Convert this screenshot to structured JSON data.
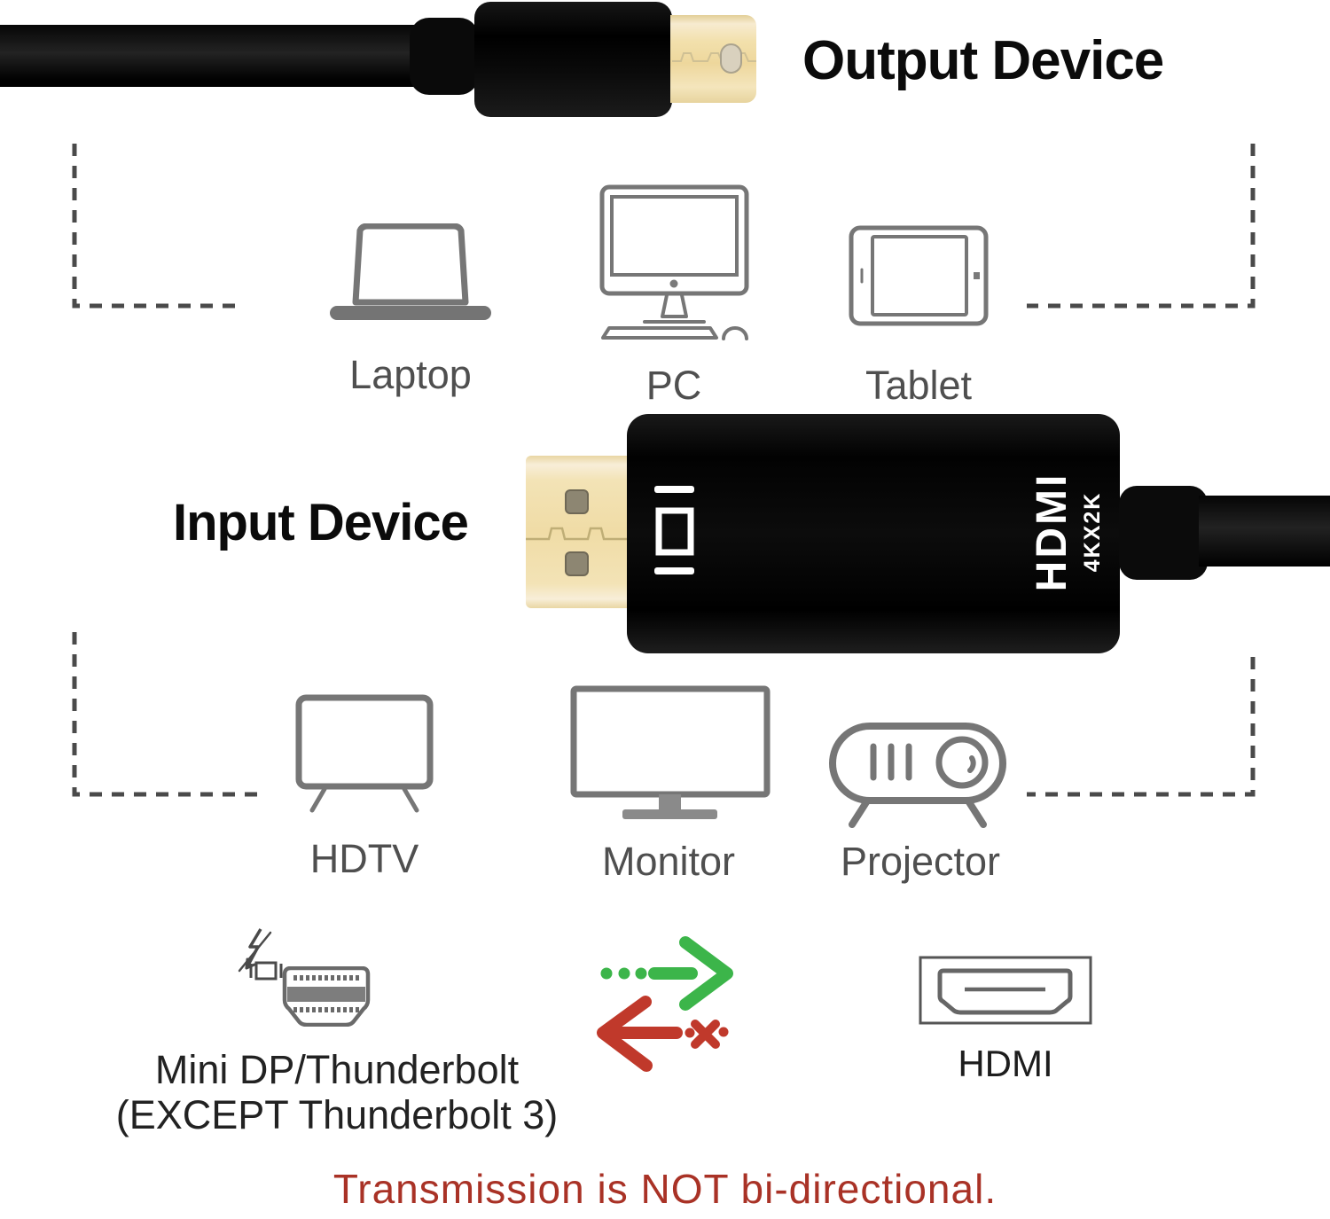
{
  "output_section": {
    "heading": "Output Device",
    "devices": [
      {
        "label": "Laptop"
      },
      {
        "label": "PC"
      },
      {
        "label": "Tablet"
      }
    ]
  },
  "input_section": {
    "heading": "Input Device",
    "devices": [
      {
        "label": "HDTV"
      },
      {
        "label": "Monitor"
      },
      {
        "label": "Projector"
      }
    ]
  },
  "adapter_print": {
    "line1": "HDMI",
    "line2": "4KX2K"
  },
  "legend": {
    "source_line1": "Mini DP/Thunderbolt",
    "source_line2": "(EXCEPT Thunderbolt 3)",
    "dest_label": "HDMI"
  },
  "footer": {
    "warning": "Transmission is NOT bi-directional."
  },
  "colors": {
    "green": "#3cb54a",
    "red": "#c0392b",
    "warning": "#a93226",
    "gold": "#f2e0ac",
    "heading": "#0b0b0b",
    "label": "#4f4f4f",
    "icon": "#767676",
    "dash": "#4a4a4a"
  }
}
